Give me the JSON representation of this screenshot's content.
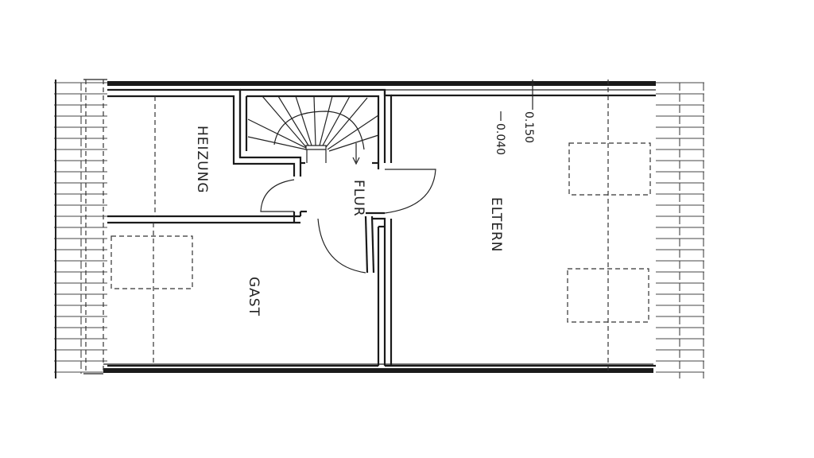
{
  "rooms": {
    "heizung": "HEIZUNG",
    "flur": "FLUR",
    "eltern": "ELTERN",
    "gast": "GAST"
  },
  "dimensions": {
    "upper": "0.150",
    "lower": "0.040"
  }
}
